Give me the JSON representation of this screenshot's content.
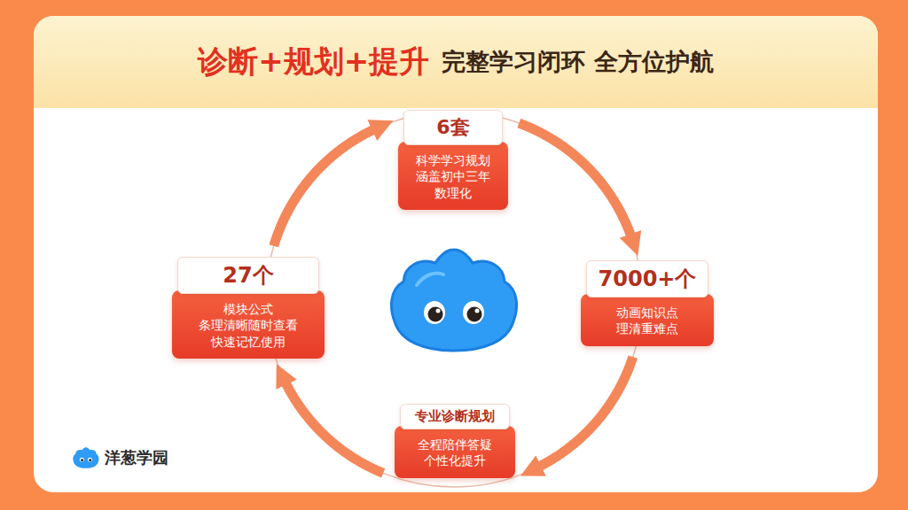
{
  "diagram": {
    "title": "诊断+规划+提升",
    "nodes": [
      {
        "text": [
          "6套",
          "科学学习规划 涵盖初中三年 数理化"
        ]
      },
      {
        "text": [
          "7000+个",
          "动画知识点 理清重难点"
        ]
      },
      {
        "text": [
          "专业诊断规划",
          "全程陪伴答疑 个性化提升"
        ]
      },
      {
        "text": [
          "27个",
          "模块公式 条理清晰随时查看 快速记忆使用"
        ]
      }
    ],
    "edges": [
      {
        "from": 0,
        "to": 1,
        "arrow": "to"
      },
      {
        "from": 1,
        "to": 2,
        "arrow": "to"
      },
      {
        "from": 2,
        "to": 3,
        "arrow": "to"
      },
      {
        "from": 3,
        "to": 0,
        "arrow": "to"
      }
    ],
    "labels": [
      "完整学习闭环 全方位护航",
      "洋葱学园"
    ]
  }
}
